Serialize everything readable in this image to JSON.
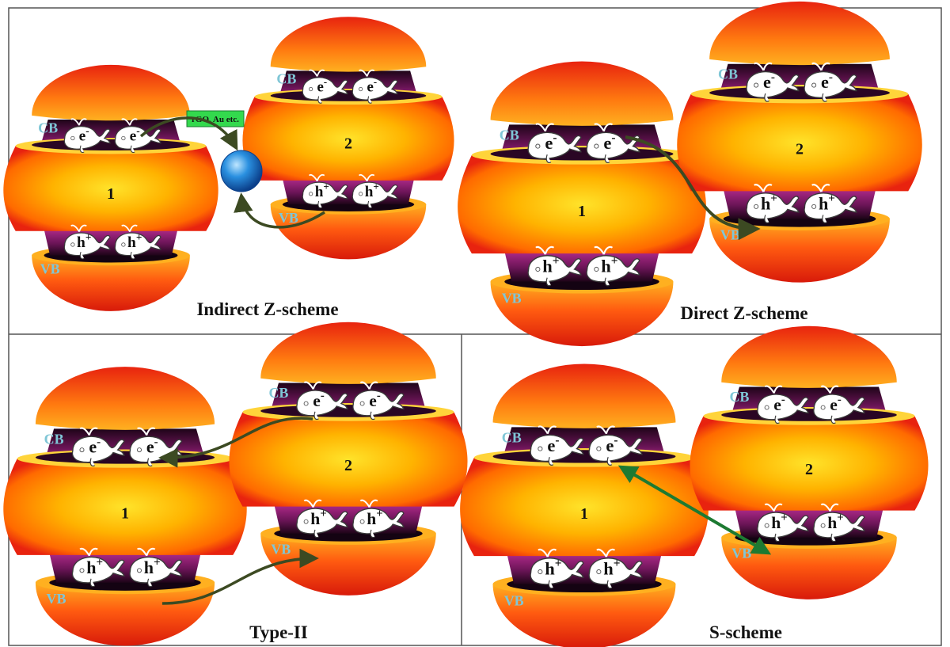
{
  "colors": {
    "outer_red": "#e8230f",
    "body_orange": "#ff9900",
    "core_yellow": "#ffe32a",
    "cavity_purple": "#5a0f4a",
    "arrow_dark": "#3c4a22",
    "arrow_green": "#1d7a32",
    "mediator_blue": "#1a7fd4",
    "mediator_box": "#33d94d",
    "band_label": "#7fc6d6",
    "frame": "#555555"
  },
  "labels": {
    "cb": "CB",
    "vb": "VB",
    "electron": "e",
    "electron_sup": "-",
    "hole": "h",
    "hole_sup": "+",
    "sc1": "1",
    "sc2": "2"
  },
  "panels": {
    "indirect": {
      "title": "Indirect Z-scheme",
      "mediator": "rGO, Au etc."
    },
    "direct": {
      "title": "Direct Z-scheme"
    },
    "type2": {
      "title": "Type-II"
    },
    "sscheme": {
      "title": "S-scheme"
    }
  }
}
